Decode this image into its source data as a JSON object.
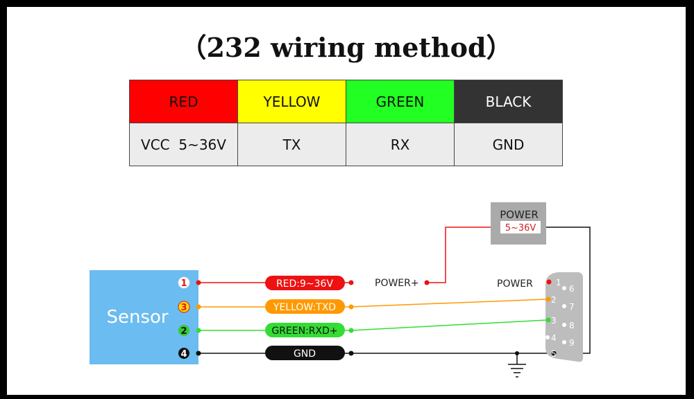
{
  "title": "（232 wiring method）",
  "table": {
    "colors": [
      {
        "name": "RED",
        "bg": "#ff0000",
        "fg": "#111111"
      },
      {
        "name": "YELLOW",
        "bg": "#ffff00",
        "fg": "#111111"
      },
      {
        "name": "GREEN",
        "bg": "#22ff22",
        "fg": "#111111"
      },
      {
        "name": "BLACK",
        "bg": "#333333",
        "fg": "#ffffff"
      }
    ],
    "values": [
      "VCC  5~36V",
      "TX",
      "RX",
      "GND"
    ]
  },
  "diagram": {
    "sensor_label": "Sensor",
    "power_box": {
      "title": "POWER",
      "range": "5~36V"
    },
    "power_plus_label": "POWER+",
    "wires": [
      {
        "pin": "1",
        "label": "RED:9~36V",
        "pill_color": "#ee1111",
        "wire_color": "#ee1111",
        "text_color": "#ffffff"
      },
      {
        "pin": "3",
        "label": "YELLOW:TXD",
        "pill_color": "#ff9900",
        "wire_color": "#ff9900",
        "text_color": "#ffffff"
      },
      {
        "pin": "2",
        "label": "GREEN:RXD+",
        "pill_color": "#33dd33",
        "wire_color": "#33dd33",
        "text_color": "#111111"
      },
      {
        "pin": "4",
        "label": "GND",
        "pill_color": "#111111",
        "wire_color": "#111111",
        "text_color": "#ffffff"
      }
    ],
    "connector": {
      "power_label": "POWER",
      "left_pins": [
        "1",
        "2",
        "3",
        "4",
        "5"
      ],
      "right_pins": [
        "6",
        "7",
        "8",
        "9"
      ]
    }
  }
}
